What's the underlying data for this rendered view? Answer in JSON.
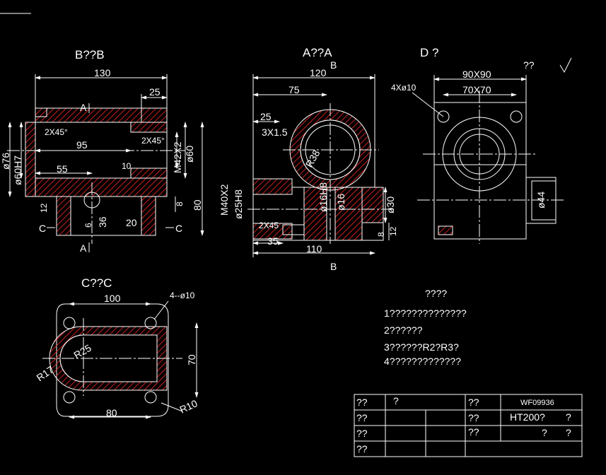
{
  "colors": {
    "background": "#000000",
    "lines": "#ffffff",
    "hatch": "#ff2a2a",
    "center": "#ffffff"
  },
  "views": {
    "b_section": {
      "title": "B??B",
      "dims": {
        "top": "130",
        "right_top": "25",
        "chamfer1": "2X45°",
        "chamfer2": "2X45°",
        "bore": "95",
        "d76": "ø76",
        "d60h7": "ø60H7",
        "thread": "M42X2",
        "d60": "ø60",
        "len55": "55",
        "d10": "10",
        "h8": "8",
        "h80": "80",
        "d12": "12",
        "d6": "6",
        "d36": "36",
        "d20": "20",
        "secC_l": "C",
        "secC_r": "C",
        "secA_t": "A",
        "secA_b": "A"
      }
    },
    "a_section": {
      "title": "A??A",
      "dims": {
        "w120": "120",
        "w75": "75",
        "w25": "25",
        "chamfer": "3X1.5",
        "r38": "R38",
        "thread": "M40X2",
        "d25h8": "ø25H8",
        "d16h8": "ø16H8",
        "d16": "ø16",
        "d30": "ø30",
        "chamfer2": "2X45",
        "w35": "35",
        "w110": "110",
        "h8": "8",
        "h12": "12",
        "secB_t": "B",
        "secB_b": "B"
      }
    },
    "d_view": {
      "title": "D ?",
      "dims": {
        "w9090": "90X90",
        "w7070": "70X70",
        "holes": "4Xø10",
        "d44": "ø44",
        "mark": "??"
      }
    },
    "c_section": {
      "title": "C??C",
      "dims": {
        "w100": "100",
        "holes": "4--ø10",
        "r25": "R25",
        "r17": "R17",
        "h70": "70",
        "w80": "80",
        "r10": "R10"
      }
    }
  },
  "notes": {
    "heading": "????",
    "items": [
      "1??????????????",
      "2??????",
      "3??????R2?R3?",
      "4?????????????"
    ]
  },
  "title_block": {
    "r1c1": "??",
    "r1c2": "?",
    "r1c4": "??",
    "r1c5": "WF09936",
    "r2c4": "??",
    "r2c5": "HT200?",
    "r2c6": "?",
    "r3c1": "??",
    "r3c4": "??",
    "r3c5": "?",
    "r3c6": "?",
    "r2c1": "??",
    "r4c1": "??"
  }
}
